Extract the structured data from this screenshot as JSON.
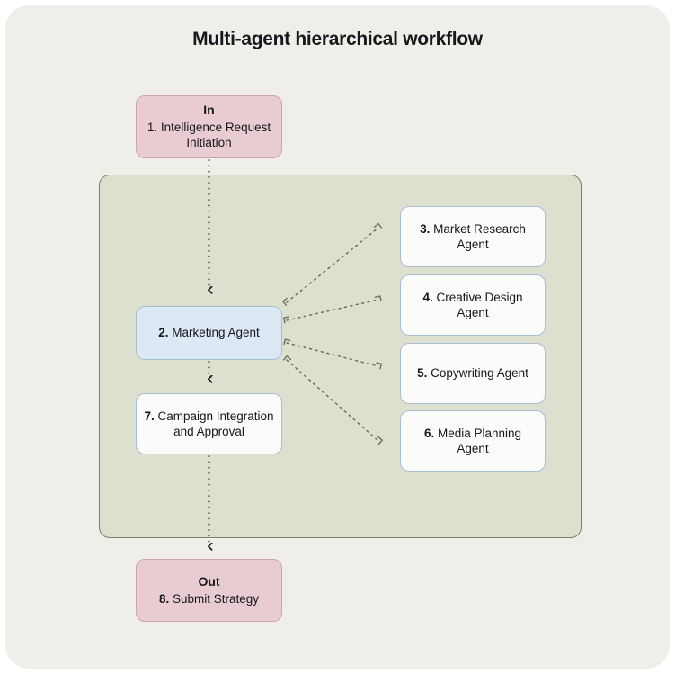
{
  "title": "Multi-agent hierarchical workflow",
  "colors": {
    "page_background": "#ffffff",
    "card_background": "#efeee8",
    "panel_fill": "#dde0cf",
    "panel_border": "#77875f",
    "io_fill": "#e8ccd2",
    "io_border": "#cfa3ad",
    "node_fill": "#fbfbf9",
    "node_border": "#a9bdd4",
    "accent_fill": "#dde8f5",
    "connector": "#1b1d21",
    "dashed_connector": "#6b6f63"
  },
  "nodes": {
    "input": {
      "header": "In",
      "number": "1.",
      "label": "Intelligence Request Initiation",
      "kind": "io"
    },
    "marketing_agent": {
      "number": "2.",
      "label": "Marketing Agent",
      "kind": "accent"
    },
    "market_research_agent": {
      "number": "3.",
      "label": "Market Research Agent",
      "kind": "plain"
    },
    "creative_design_agent": {
      "number": "4.",
      "label": "Creative Design Agent",
      "kind": "plain"
    },
    "copywriting_agent": {
      "number": "5.",
      "label": "Copywriting Agent",
      "kind": "plain"
    },
    "media_planning_agent": {
      "number": "6.",
      "label": "Media Planning Agent",
      "kind": "plain"
    },
    "campaign_integration": {
      "number": "7.",
      "label": "Campaign Integration and Approval",
      "kind": "plain"
    },
    "output": {
      "header": "Out",
      "number": "8.",
      "label": "Submit Strategy",
      "kind": "io"
    }
  },
  "edges": [
    {
      "from": "input",
      "to": "marketing_agent",
      "style": "dotted",
      "direction": "down"
    },
    {
      "from": "marketing_agent",
      "to": "campaign_integration",
      "style": "dotted",
      "direction": "down"
    },
    {
      "from": "campaign_integration",
      "to": "output",
      "style": "dotted",
      "direction": "down"
    },
    {
      "from": "marketing_agent",
      "to": "market_research_agent",
      "style": "dashed",
      "direction": "bidirectional"
    },
    {
      "from": "marketing_agent",
      "to": "creative_design_agent",
      "style": "dashed",
      "direction": "bidirectional"
    },
    {
      "from": "marketing_agent",
      "to": "copywriting_agent",
      "style": "dashed",
      "direction": "bidirectional"
    },
    {
      "from": "marketing_agent",
      "to": "media_planning_agent",
      "style": "dashed",
      "direction": "bidirectional"
    }
  ]
}
